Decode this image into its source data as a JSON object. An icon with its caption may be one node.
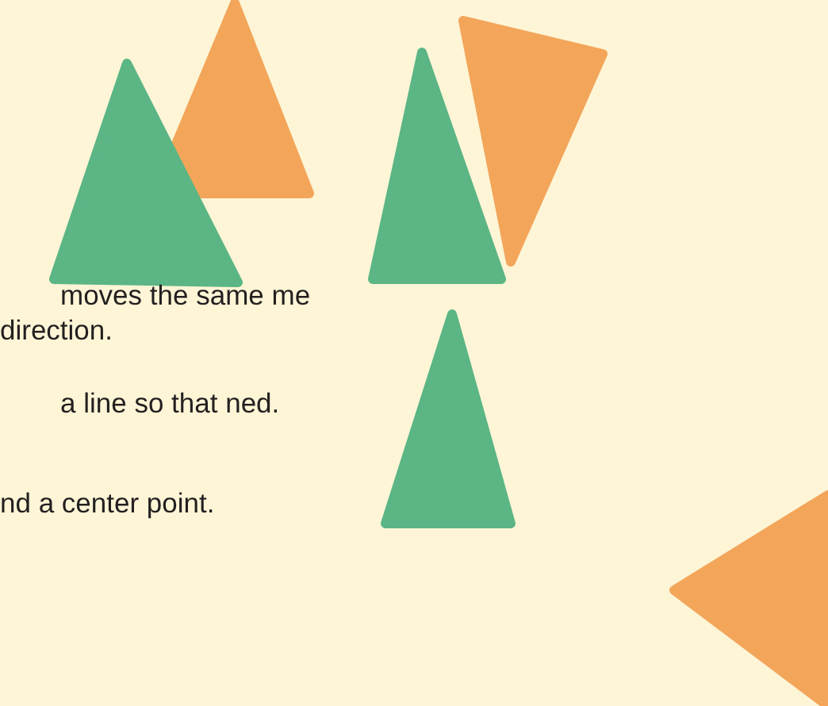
{
  "diagram": {
    "labels": [
      "moves the same me direction.",
      "a line so that ned.",
      "nd a center point."
    ]
  }
}
